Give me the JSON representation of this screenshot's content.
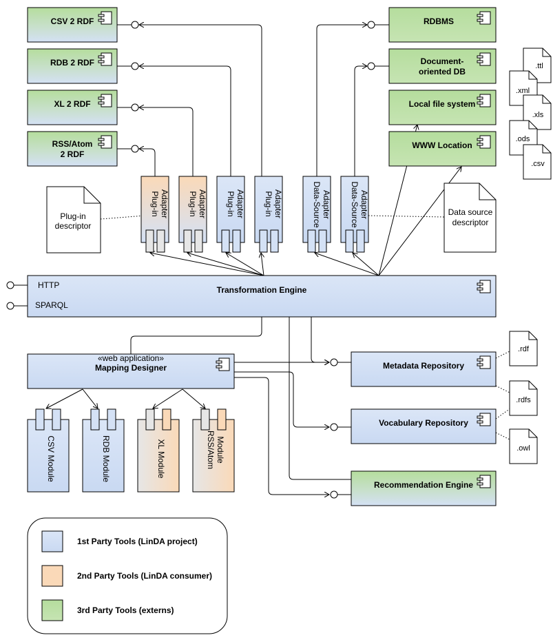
{
  "colors": {
    "first_party": "#d4e1f5",
    "second_party": "#fad9b8",
    "third_party": "#b6de9f",
    "stroke": "#000000"
  },
  "converters": {
    "csv": "CSV 2 RDF",
    "rdb": "RDB 2 RDF",
    "xl": "XL 2 RDF",
    "rss_line1": "RSS/Atom",
    "rss_line2": "2 RDF"
  },
  "sources": {
    "rdbms": "RDBMS",
    "docdb_line1": "Document-",
    "docdb_line2": "oriented DB",
    "local_fs": "Local file system",
    "www": "WWW Location"
  },
  "files_top": [
    ".ttl",
    ".xml",
    ".xls",
    ".ods",
    ".csv"
  ],
  "adapters": {
    "plugin_line1": "Plug-in",
    "plugin_line2": "Adapter",
    "datasource_line1": "Data-Source",
    "datasource_line2": "Adapter"
  },
  "descriptors": {
    "plugin_line1": "Plug-in",
    "plugin_line2": "descriptor",
    "datasource_line1": "Data source",
    "datasource_line2": "descriptor"
  },
  "engine": {
    "title": "Transformation Engine",
    "http": "HTTP",
    "sparql": "SPARQL"
  },
  "designer": {
    "stereotype": "«web application»",
    "title": "Mapping Designer"
  },
  "modules": {
    "csv": "CSV Module",
    "rdb": "RDB Module",
    "xl": "XL Module",
    "rss_line1": "RSS/Atom",
    "rss_line2": "Module"
  },
  "repositories": {
    "metadata": "Metadata Repository",
    "vocabulary": "Vocabulary Repository",
    "recommendation": "Recommendation Engine"
  },
  "files_right": [
    ".rdf",
    ".rdfs",
    ".owl"
  ],
  "legend": {
    "first": "1st Party Tools (LinDA project)",
    "second": "2nd Party Tools (LinDA consumer)",
    "third": "3rd Party Tools (externs)"
  }
}
